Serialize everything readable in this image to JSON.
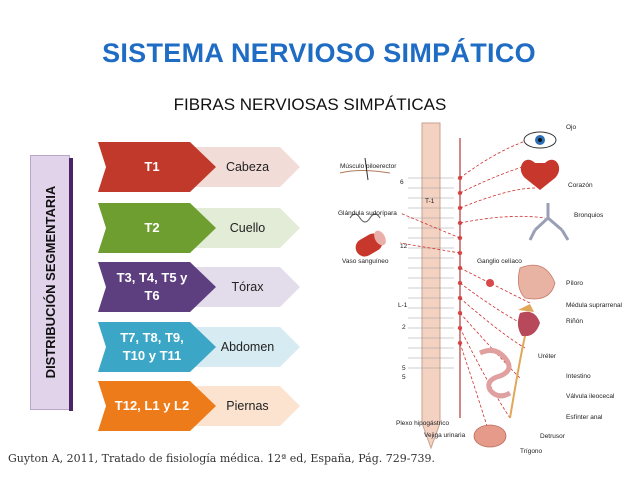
{
  "title": "SISTEMA NERVIOSO SIMPÁTICO",
  "subtitle": "FIBRAS NERVIOSAS SIMPÁTICAS",
  "vertical_label": "DISTRIBUCIÓN SEGMENTARIA",
  "rows": [
    {
      "segment": "T1",
      "region": "Cabeza",
      "color": "#c0392b",
      "tag_color": "#f1dcd8"
    },
    {
      "segment": "T2",
      "region": "Cuello",
      "color": "#6f9e30",
      "tag_color": "#e3ecd6"
    },
    {
      "segment": "T3, T4, T5 y T6",
      "region": "Tórax",
      "color": "#5d3f7f",
      "tag_color": "#e3dcea"
    },
    {
      "segment": "T7, T8, T9, T10 y T11",
      "region": "Abdomen",
      "color": "#3ba6c6",
      "tag_color": "#d7ebf2"
    },
    {
      "segment": "T12, L1 y L2",
      "region": "Piernas",
      "color": "#ee7b1a",
      "tag_color": "#fbe3cf"
    }
  ],
  "citation": "Guyton A, 2011, Tratado de fisiología médica. 12ª ed, España, Pág. 729-739.",
  "anatomy": {
    "left_labels": [
      "Músculo piloerector",
      "Glándula sudorípara",
      "Vaso sanguíneo",
      "Ganglio celíaco",
      "Plexo hipogástrico",
      "Vejiga urinaria"
    ],
    "right_labels": [
      "Ojo",
      "Corazón",
      "Bronquios",
      "Píloro",
      "Médula suprarrenal",
      "Riñón",
      "Uréter",
      "Intestino",
      "Válvula ileocecal",
      "Esfínter anal",
      "Detrusor",
      "Trígono"
    ],
    "spine_labels": [
      "6",
      "T-1",
      "12",
      "L-1",
      "2",
      "5",
      "5"
    ]
  }
}
